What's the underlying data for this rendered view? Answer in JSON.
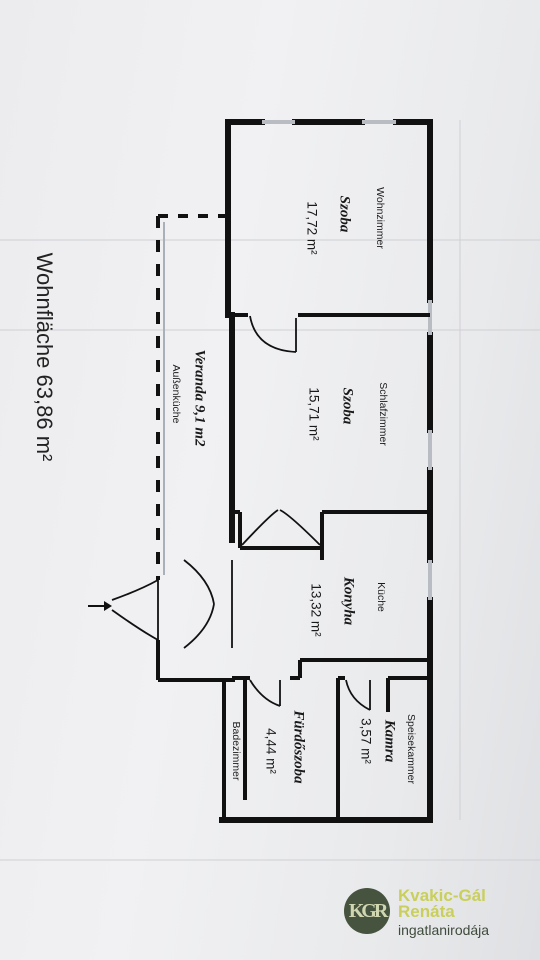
{
  "total_area": "Wohnfläche 63,86 m²",
  "rooms": [
    {
      "id": "wohnzimmer",
      "de": "Wohnzimmer",
      "hu": "Szoba",
      "area": "17,72 m²"
    },
    {
      "id": "schlafzimmer",
      "de": "Schlafzimmer",
      "hu": "Szoba",
      "area": "15,71 m²"
    },
    {
      "id": "kueche",
      "de": "Küche",
      "hu": "Konyha",
      "area": "13,32 m²"
    },
    {
      "id": "speisekammer",
      "de": "Speisekammer",
      "hu": "Kamra",
      "area": "3,57 m²"
    },
    {
      "id": "badezimmer",
      "de": "Badezimmer",
      "hu": "Fürdőszoba",
      "area": "4,44 m²"
    },
    {
      "id": "veranda",
      "de": "Außenküche",
      "hu": "Veranda 9,1 m2"
    }
  ],
  "logo": {
    "monogram": "KGR",
    "name_line1": "Kvakic-Gál",
    "name_line2": "Renáta",
    "subtitle": "ingatlanirodája"
  },
  "colors": {
    "wall": "#111111",
    "logo_dark": "#46533f",
    "logo_accent": "#c9cf5a"
  }
}
